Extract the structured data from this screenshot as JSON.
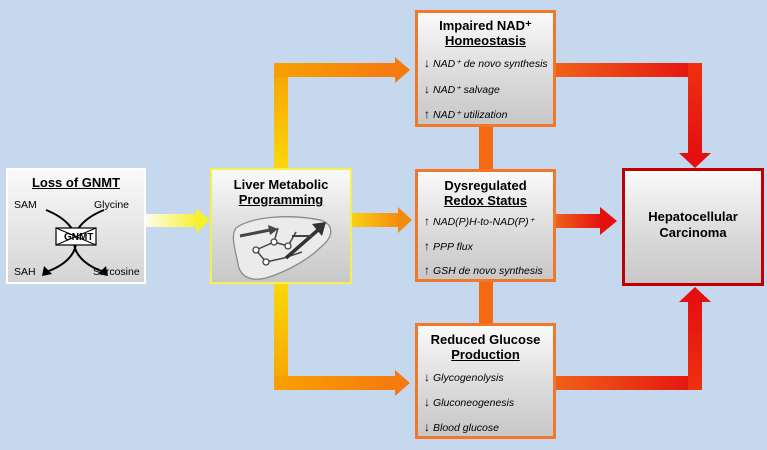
{
  "gnmt": {
    "title": "Loss of GNMT",
    "sam": "SAM",
    "glycine": "Glycine",
    "sah": "SAH",
    "sarcosine": "Sarcosine",
    "enzyme": "GNMT"
  },
  "liver": {
    "title_line1": "Liver Metabolic",
    "title_line2": "Programming"
  },
  "nad": {
    "title_line1": "Impaired NAD⁺",
    "title_line2": "Homeostasis",
    "items": [
      {
        "arrow": "↓",
        "text": "NAD⁺ de novo synthesis"
      },
      {
        "arrow": "↓",
        "text": "NAD⁺ salvage"
      },
      {
        "arrow": "↑",
        "text": "NAD⁺ utilization"
      }
    ]
  },
  "redox": {
    "title_line1": "Dysregulated",
    "title_line2": "Redox Status",
    "items": [
      {
        "arrow": "↑",
        "text": "NAD(P)H-to-NAD(P)⁺"
      },
      {
        "arrow": "↑",
        "text": "PPP flux"
      },
      {
        "arrow": "↑",
        "text": "GSH de novo synthesis"
      }
    ]
  },
  "glucose": {
    "title_line1": "Reduced Glucose",
    "title_line2": "Production",
    "items": [
      {
        "arrow": "↓",
        "text": "Glycogenolysis"
      },
      {
        "arrow": "↓",
        "text": "Gluconeogenesis"
      },
      {
        "arrow": "↓",
        "text": "Blood glucose"
      }
    ]
  },
  "hcc": {
    "line1": "Hepatocellular",
    "line2": "Carcinoma"
  },
  "colors": {
    "background": "#c5d8ee",
    "orange_border": "#f07828",
    "red_border": "#c00000",
    "yellow_border": "#f5f050",
    "arrow_red": "#e81010"
  }
}
